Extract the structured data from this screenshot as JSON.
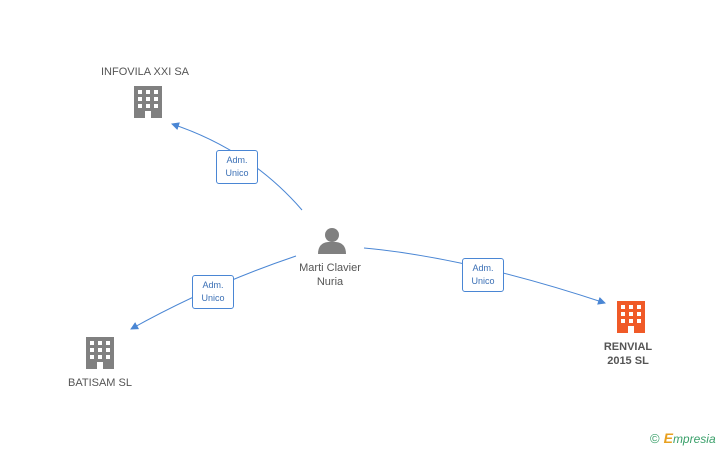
{
  "nodes": {
    "infovila": {
      "label": "INFOVILA XXI SA"
    },
    "batisam": {
      "label": "BATISAM SL"
    },
    "renvial": {
      "label_line1": "RENVIAL",
      "label_line2": "2015 SL"
    },
    "person": {
      "label_line1": "Marti Clavier",
      "label_line2": "Nuria"
    }
  },
  "edges": [
    {
      "line1": "Adm.",
      "line2": "Unico"
    },
    {
      "line1": "Adm.",
      "line2": "Unico"
    },
    {
      "line1": "Adm.",
      "line2": "Unico"
    }
  ],
  "colors": {
    "company": "#808080",
    "company_highlight": "#f05a28",
    "person": "#808080",
    "edge": "#4a86d4"
  },
  "icons": {
    "company": "building-icon",
    "person": "person-icon"
  },
  "watermark": {
    "symbol": "©",
    "brand_initial": "E",
    "brand_rest": "mpresia"
  }
}
